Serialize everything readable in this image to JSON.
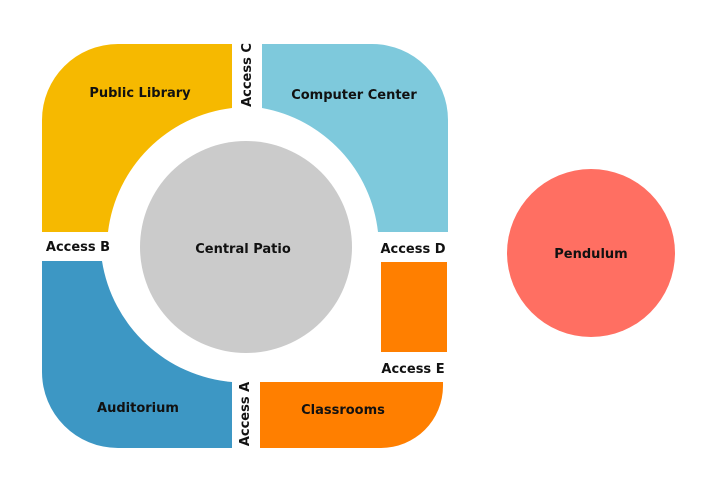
{
  "rooms": {
    "public_library": {
      "label": "Public Library",
      "color": "#F6B900"
    },
    "computer_center": {
      "label": "Computer Center",
      "color": "#7EC9DC"
    },
    "auditorium": {
      "label": "Auditorium",
      "color": "#3D97C4"
    },
    "classrooms": {
      "label": "Classrooms",
      "color": "#FF7F00"
    },
    "access_d_room": {
      "color": "#FF7F00"
    },
    "central_patio": {
      "label": "Central Patio",
      "color": "#CBCBCB"
    },
    "pendulum": {
      "label": "Pendulum",
      "color": "#FF6F62"
    }
  },
  "accesses": {
    "a": "Access A",
    "b": "Access B",
    "c": "Access C",
    "d": "Access D",
    "e": "Access E"
  }
}
